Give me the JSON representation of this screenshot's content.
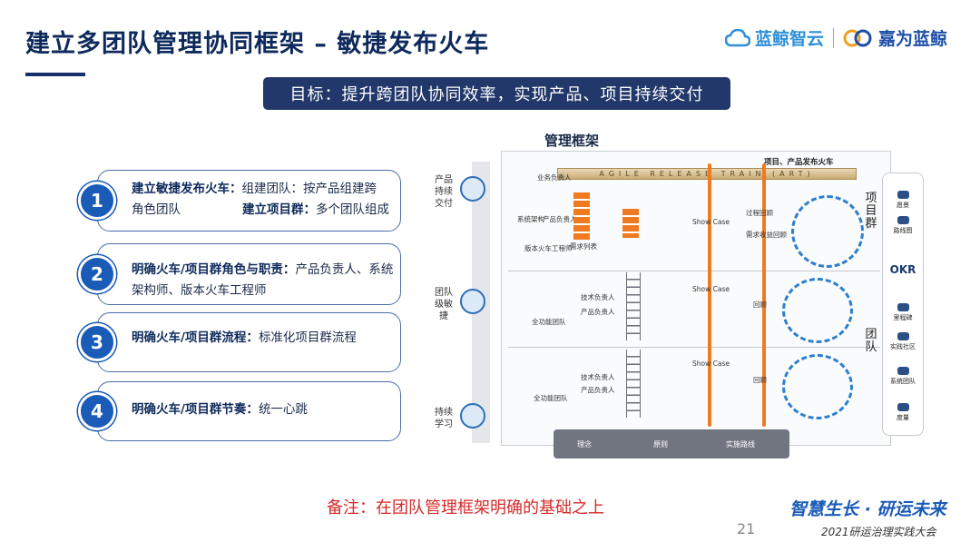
{
  "title": "建立多团队管理协同框架 – 敏捷发布火车",
  "logos": {
    "logo1": "蓝鲸智云",
    "logo2": "嘉为蓝鲸"
  },
  "goal": "目标：提升跨团队协同效率，实现产品、项目持续交付",
  "steps": [
    {
      "num": "1",
      "line1_bold": "建立敏捷发布火车：",
      "line1_text": "组建团队：按产品组建跨",
      "line2_text": "角色团队",
      "line2_bold": "建立项目群：",
      "line2_tail": "多个团队组成"
    },
    {
      "num": "2",
      "bold": "明确火车/项目群角色与职责：",
      "text": "产品负责人、系统架构师、版本火车工程师"
    },
    {
      "num": "3",
      "bold": "明确火车/项目群流程：",
      "text": "标准化项目群流程"
    },
    {
      "num": "4",
      "bold": "明确火车/项目群节奏：",
      "text": "统一心跳"
    }
  ],
  "diagram": {
    "title": "管理框架",
    "train_label": "项目、产品发布火车",
    "train_bar": "AGILE RELEASE TRAIN (ART)",
    "left_labels": [
      "产品持续交付",
      "团队级敏捷",
      "持续学习"
    ],
    "project_group": [
      "项",
      "目",
      "群"
    ],
    "team": [
      "团",
      "队"
    ],
    "showcase": "Show Case",
    "process_review": "过程回顾",
    "demand_review": "需求收益回顾",
    "review": "回顾",
    "roles": [
      "业务负责人",
      "系统架构",
      "产品负责人",
      "版本火车工程师",
      "需求列表"
    ],
    "team_roles": [
      "全功能团队",
      "技术负责人",
      "产品负责人"
    ],
    "right_panel": [
      "愿景",
      "路线图",
      "OKR",
      "里程碑",
      "实践社区",
      "系统团队",
      "度量"
    ],
    "bottom_bar": [
      "理念",
      "原则",
      "实施路线"
    ]
  },
  "note": "备注：在团队管理框架明确的基础之上",
  "slogan": "智慧生长 · 研运未来",
  "page_number": "21",
  "conference": "2021研运治理实践大会",
  "colors": {
    "primary": "#1a5bb8",
    "navy": "#22386a",
    "note_red": "#d62a2a",
    "orange": "#f07a20"
  }
}
